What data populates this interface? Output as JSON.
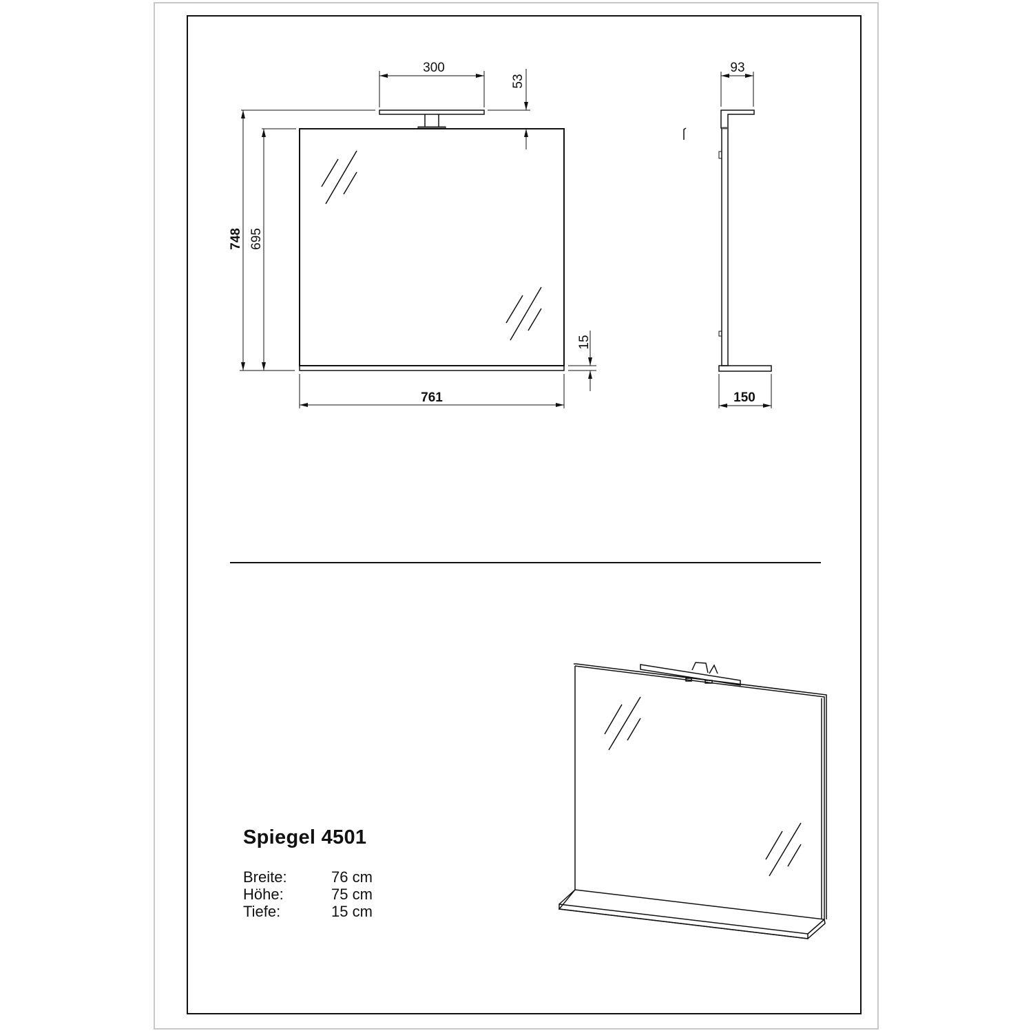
{
  "drawing": {
    "front_view": {
      "dimensions": {
        "lamp_width": "300",
        "lamp_height": "53",
        "total_height": "748",
        "mirror_height": "695",
        "shelf_thickness": "15",
        "total_width": "761"
      }
    },
    "side_view": {
      "dimensions": {
        "lamp_depth": "93",
        "shelf_depth": "150"
      }
    }
  },
  "product": {
    "title": "Spiegel 4501",
    "specs": [
      {
        "label": "Breite:",
        "value": "76 cm"
      },
      {
        "label": "Höhe:",
        "value": "75 cm"
      },
      {
        "label": "Tiefe:",
        "value": "15 cm"
      }
    ]
  },
  "colors": {
    "line": "#111111",
    "outer_border": "#c8c8c8",
    "background": "#ffffff"
  }
}
